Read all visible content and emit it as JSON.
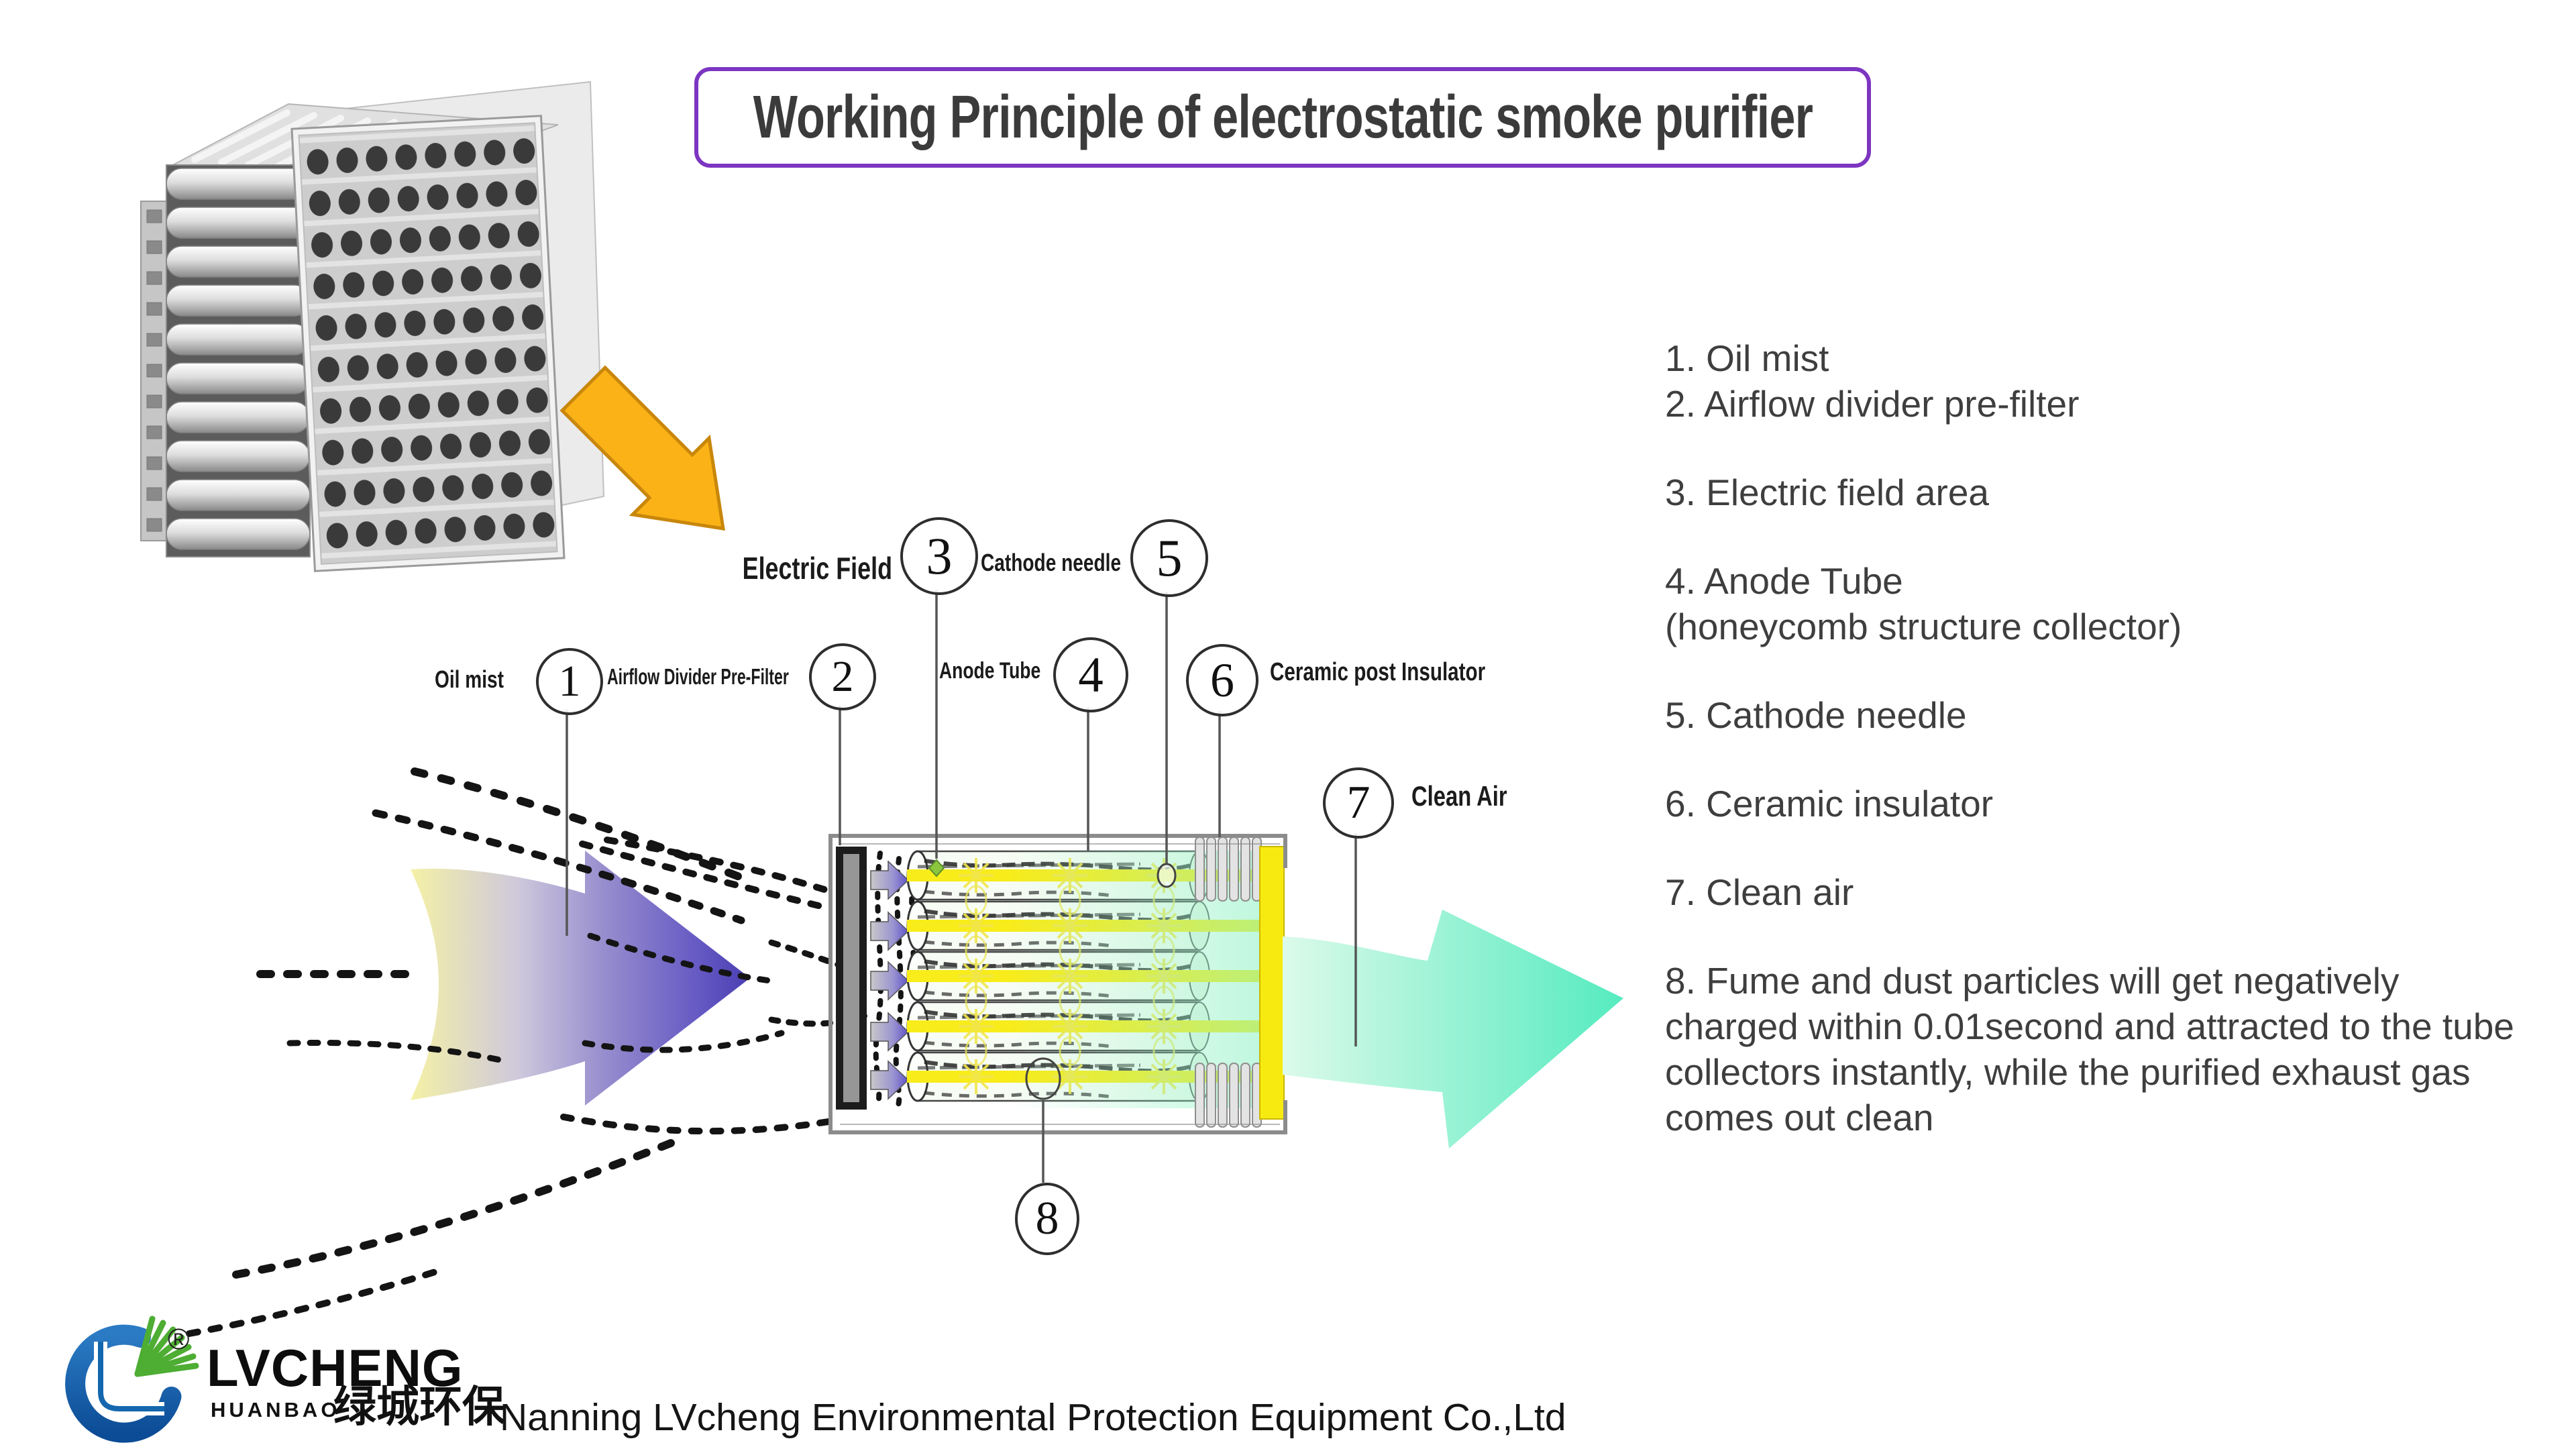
{
  "title": "Working Principle of electrostatic smoke purifier",
  "diagram": {
    "callouts": {
      "oil_mist": {
        "num": "1",
        "label": "Oil mist"
      },
      "pre_filter": {
        "num": "2",
        "label": "Airflow Divider Pre-Filter"
      },
      "electric_field": {
        "num": "3",
        "label": "Electric Field"
      },
      "anode_tube": {
        "num": "4",
        "label": "Anode Tube"
      },
      "cathode_needle": {
        "num": "5",
        "label": "Cathode needle"
      },
      "ceramic_insulator": {
        "num": "6",
        "label": "Ceramic post Insulator"
      },
      "clean_air": {
        "num": "7",
        "label": "Clean Air"
      },
      "charged_particles": {
        "num": "8"
      }
    }
  },
  "legend": {
    "items": [
      "1. Oil mist",
      "2. Airflow divider pre-filter",
      "3. Electric field area",
      "4. Anode Tube",
      "(honeycomb structure collector)",
      "5. Cathode needle",
      "6. Ceramic insulator",
      "7. Clean air",
      "8. Fume and dust particles will get negatively charged within 0.01second and attracted to the tube collectors instantly, while the purified exhaust gas comes out clean"
    ]
  },
  "footer": {
    "brand": "LVCHENG",
    "brand_sub": "HUANBAO",
    "brand_cn": "绿城环保",
    "registered": "®",
    "company": "Nanning LVcheng Environmental Protection Equipment Co.,Ltd"
  },
  "colors": {
    "title_border": "#7C35C1",
    "highlight_arrow_orange": "#FBB216",
    "clean_air_green": "#55EBBF",
    "anode_plate_yellow": "#F7EA10",
    "corona_yellow": "#F8EC1A",
    "smoke_inflow_purple": "#4134AE",
    "logo_blue": "#1467AE",
    "logo_green": "#4EAD33"
  }
}
